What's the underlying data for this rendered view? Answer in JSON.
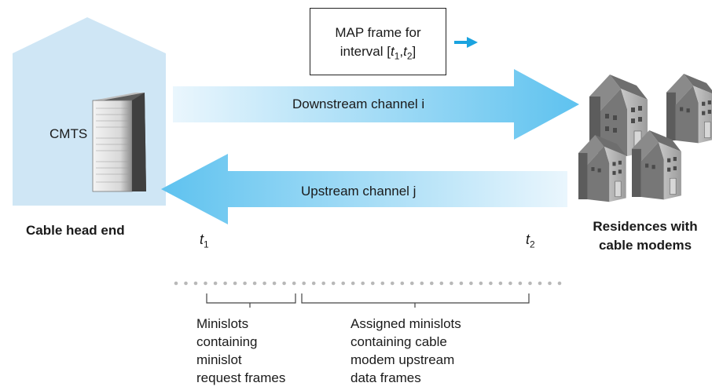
{
  "map_frame": {
    "line1": "MAP frame for",
    "line2_prefix": "interval [",
    "t1_base": "t",
    "t1_sub": "1",
    "sep": ",",
    "t2_base": "t",
    "t2_sub": "2",
    "line2_suffix": "]"
  },
  "head_end": {
    "device_label": "CMTS",
    "caption": "Cable head end"
  },
  "downstream": {
    "label": "Downstream channel i"
  },
  "upstream": {
    "label": "Upstream channel j"
  },
  "residences": {
    "line1": "Residences with",
    "line2": "cable modems"
  },
  "time_marks": {
    "t1_base": "t",
    "t1_sub": "1",
    "t2_base": "t",
    "t2_sub": "2"
  },
  "minislots": {
    "request": {
      "lines": [
        "Minislots",
        "containing",
        "minislot",
        "request frames"
      ]
    },
    "assigned": {
      "lines": [
        "Assigned minislots",
        "containing cable",
        "modem upstream",
        "data frames"
      ]
    },
    "dot_count": 40
  },
  "colors": {
    "house_fill": "#cfe6f5",
    "arrow_dark": "#5ec2ef",
    "arrow_light": "#eaf6fd",
    "small_arrow": "#1aa3df"
  }
}
